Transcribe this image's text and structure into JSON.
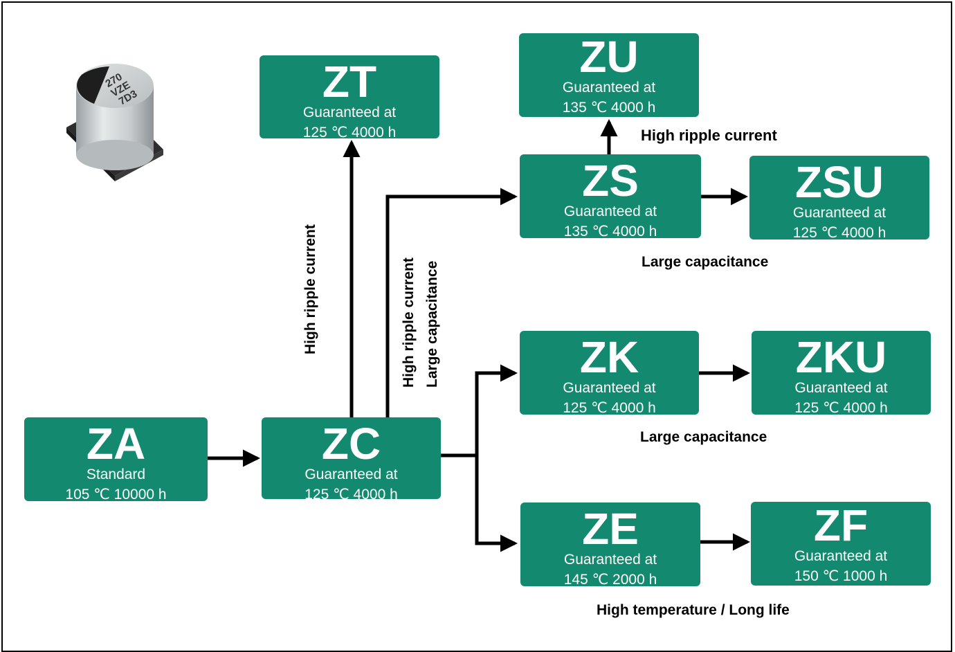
{
  "diagram": {
    "nodes": {
      "za": {
        "code": "ZA",
        "line1": "Standard",
        "line2": "105 ℃ 10000 h"
      },
      "zc": {
        "code": "ZC",
        "line1": "Guaranteed at",
        "line2": "125 ℃ 4000 h"
      },
      "zt": {
        "code": "ZT",
        "line1": "Guaranteed at",
        "line2": "125 ℃ 4000 h"
      },
      "zu": {
        "code": "ZU",
        "line1": "Guaranteed at",
        "line2": "135 ℃ 4000 h"
      },
      "zs": {
        "code": "ZS",
        "line1": "Guaranteed at",
        "line2": "135 ℃ 4000 h"
      },
      "zsu": {
        "code": "ZSU",
        "line1": "Guaranteed at",
        "line2": "125 ℃ 4000 h"
      },
      "zk": {
        "code": "ZK",
        "line1": "Guaranteed at",
        "line2": "125 ℃ 4000 h"
      },
      "zku": {
        "code": "ZKU",
        "line1": "Guaranteed at",
        "line2": "125 ℃ 4000 h"
      },
      "ze": {
        "code": "ZE",
        "line1": "Guaranteed at",
        "line2": "145 ℃ 2000 h"
      },
      "zf": {
        "code": "ZF",
        "line1": "Guaranteed at",
        "line2": "150 ℃ 1000 h"
      }
    },
    "edge_labels": {
      "zc_zt": "High ripple current",
      "zc_zs_1": "High ripple current",
      "zc_zs_2": "Large capacitance",
      "zs_zu": "High ripple current",
      "zs_zsu": "Large capacitance",
      "zk_zku": "Large capacitance",
      "ze_zf": "High temperature / Long life"
    },
    "capacitor_marking": [
      "270",
      "VZE",
      "7D3"
    ],
    "colors": {
      "node_fill": "#138a6f",
      "node_text": "#ffffff",
      "arrow": "#000000"
    }
  }
}
